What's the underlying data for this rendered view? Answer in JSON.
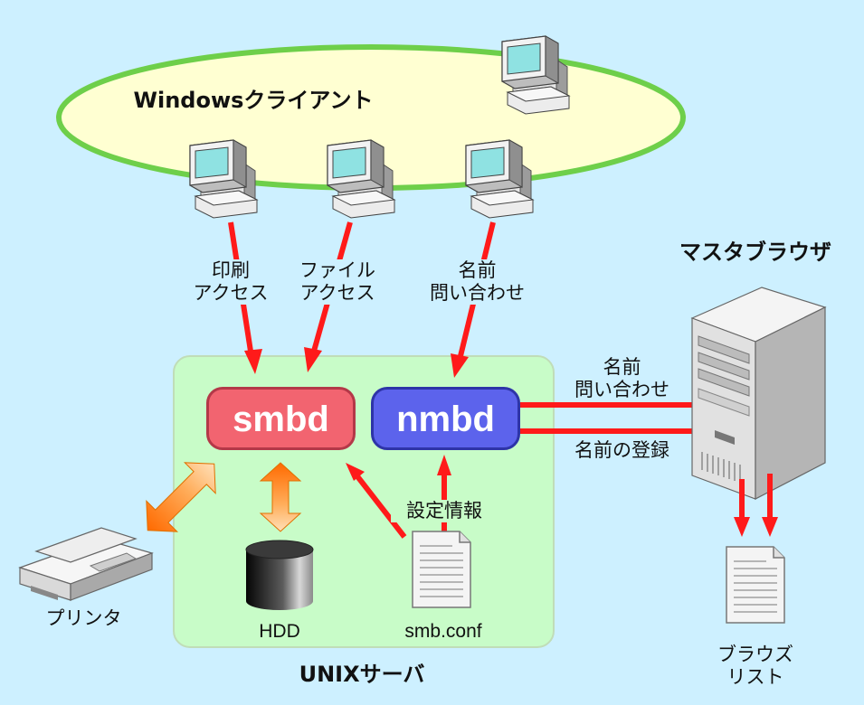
{
  "clients_label": "Windowsクライアント",
  "server_label": "UNIXサーバ",
  "services": {
    "smbd": "smbd",
    "nmbd": "nmbd"
  },
  "edges": {
    "print_access": [
      "印刷",
      "アクセス"
    ],
    "file_access": [
      "ファイル",
      "アクセス"
    ],
    "name_query_client": [
      "名前",
      "問い合わせ"
    ],
    "name_query_master": [
      "名前",
      "問い合わせ"
    ],
    "name_register": "名前の登録",
    "config_info": "設定情報"
  },
  "nodes": {
    "printer": "プリンタ",
    "hdd": "HDD",
    "config_file": "smb.conf",
    "master_browser": "マスタブラウザ",
    "browse_list": [
      "ブラウズ",
      "リスト"
    ]
  },
  "icons": [
    "client-computer-icon",
    "printer-icon",
    "hdd-cylinder-icon",
    "document-icon",
    "tower-server-icon"
  ],
  "colors": {
    "background": "#cdf0ff",
    "client_ellipse": "#ffffd2",
    "client_ellipse_border": "#6ecf4a",
    "server_area": "#c8fcc8",
    "smbd": "#f26470",
    "nmbd": "#5c63ec",
    "arrow_red": "#ff1a1a",
    "arrow_orange": "#ff9a32"
  }
}
